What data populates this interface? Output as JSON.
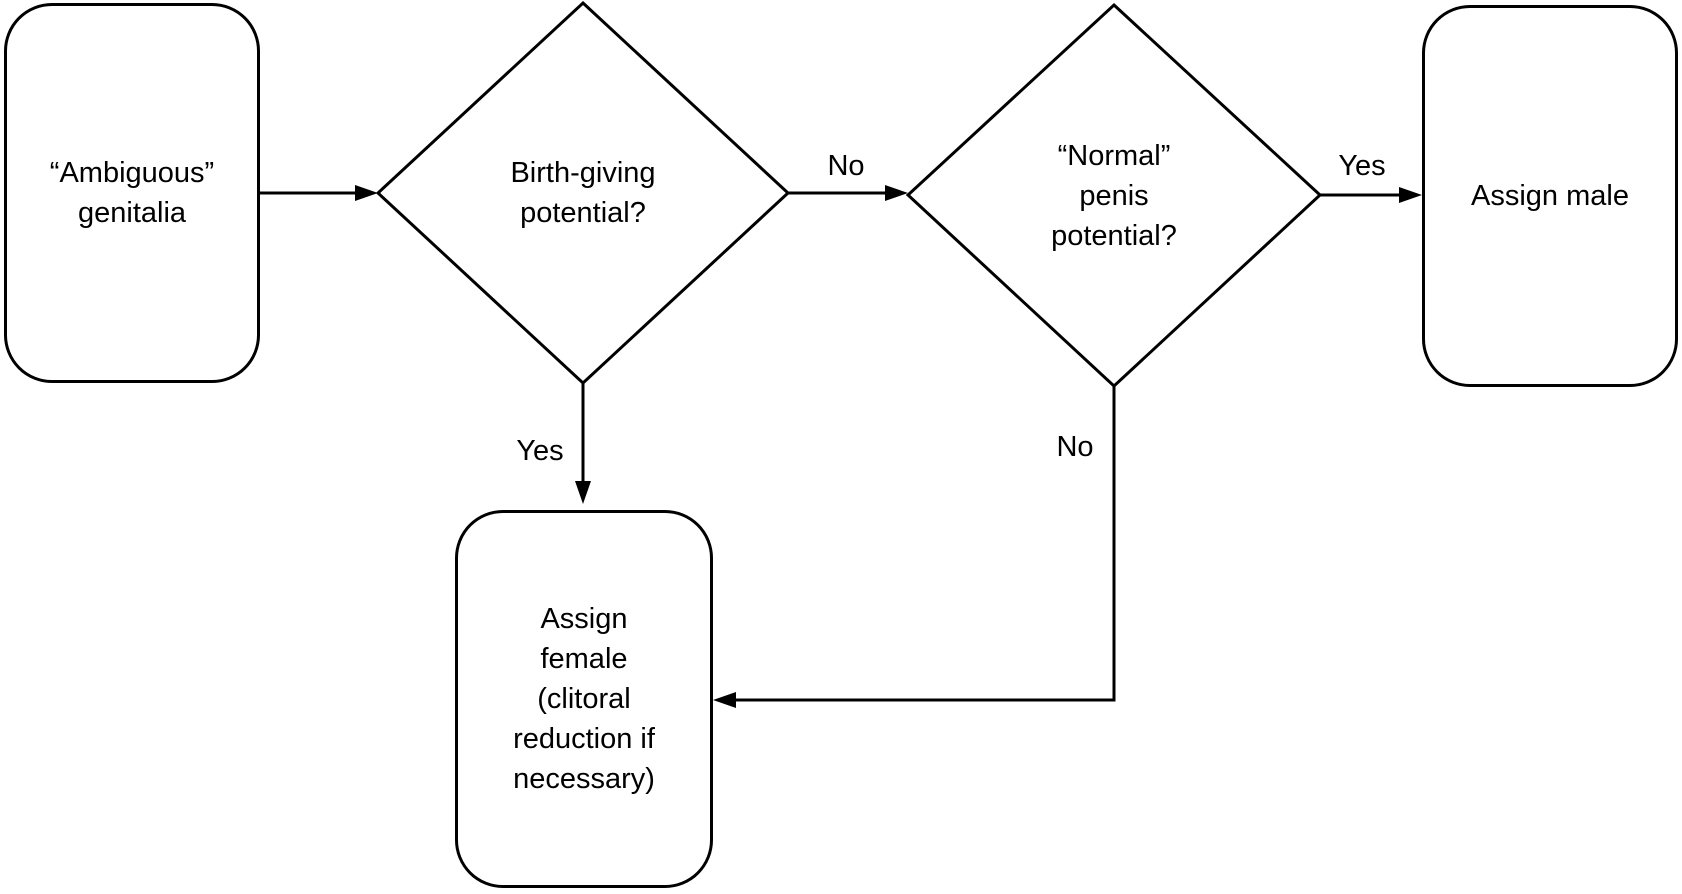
{
  "diagram": {
    "colors": {
      "background": "#ffffff",
      "stroke": "#000000",
      "text": "#000000"
    },
    "nodes": {
      "start": {
        "label": "“Ambiguous”\ngenitalia",
        "shape": "rounded-rectangle"
      },
      "decision_birth": {
        "label": "Birth-giving\npotential?",
        "shape": "diamond"
      },
      "decision_penis": {
        "label": "“Normal”\npenis\npotential?",
        "shape": "diamond"
      },
      "assign_male": {
        "label": "Assign male",
        "shape": "rounded-rectangle"
      },
      "assign_female": {
        "label": "Assign\nfemale\n(clitoral\nreduction if\nnecessary)",
        "shape": "rounded-rectangle"
      }
    },
    "edges": [
      {
        "from": "start",
        "to": "decision_birth",
        "label": ""
      },
      {
        "from": "decision_birth",
        "to": "decision_penis",
        "label": "No"
      },
      {
        "from": "decision_penis",
        "to": "assign_male",
        "label": "Yes"
      },
      {
        "from": "decision_birth",
        "to": "assign_female",
        "label": "Yes"
      },
      {
        "from": "decision_penis",
        "to": "assign_female",
        "label": "No"
      }
    ]
  }
}
